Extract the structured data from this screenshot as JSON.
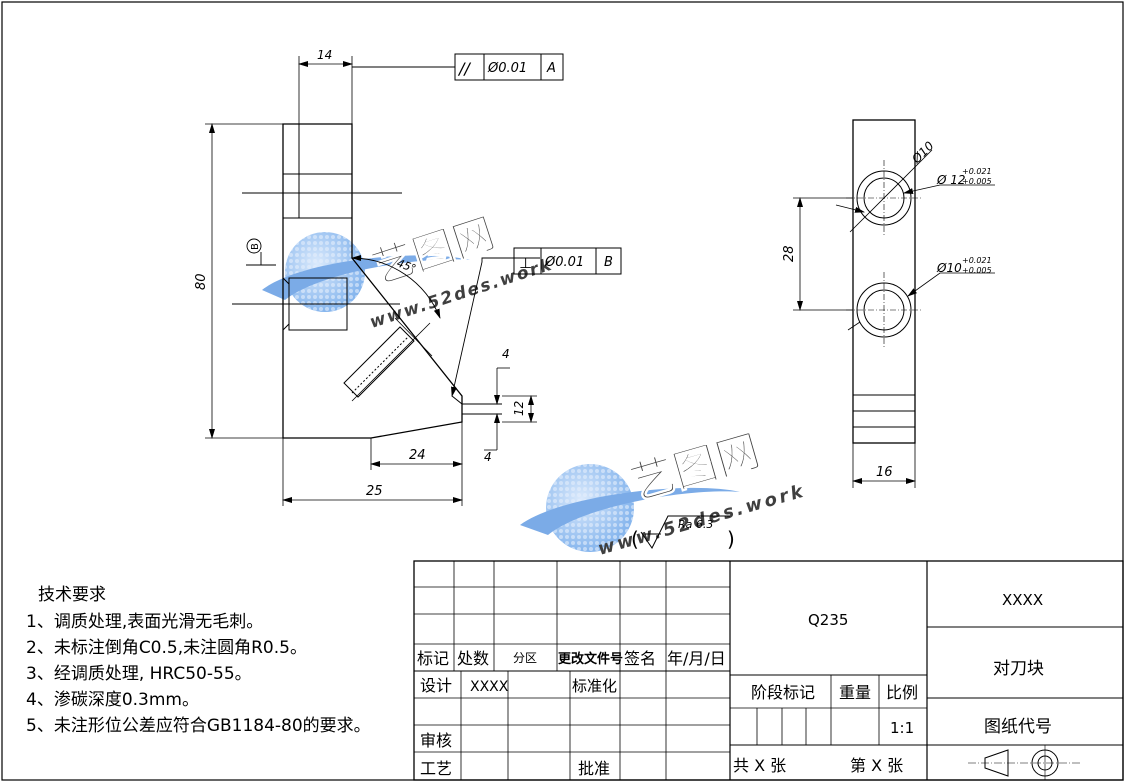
{
  "drawing": {
    "dims": {
      "d14": "14",
      "d80": "80",
      "d4a": "4",
      "d12": "12",
      "d4b": "4",
      "d24": "24",
      "d25": "25",
      "d28": "28",
      "d16": "16",
      "angle": "45°",
      "hole_phi10": "Ø10",
      "hole_phi12": "Ø 12",
      "hole_phi12_tol_upper": "+0.021",
      "hole_phi12_tol_lower": "+0.005",
      "hole_phi10b": "Ø10",
      "hole_phi10b_tol_upper": "+0.021",
      "hole_phi10b_tol_lower": "+0.005"
    },
    "gdt": [
      {
        "symbol": "//",
        "tolerance": "Ø0.01",
        "datum": "A"
      },
      {
        "symbol": "⊥",
        "tolerance": "Ø0.01",
        "datum": "B"
      }
    ],
    "datum_marker": "B",
    "surface_finish": {
      "open": "(",
      "value": "Ra 6.3",
      "close": ")"
    },
    "watermark": {
      "brand": "艺图网",
      "url": "www.52des.work"
    }
  },
  "tech_requirements": {
    "title": "技术要求",
    "items": [
      "1、调质处理,表面光滑无毛刺。",
      "2、未标注倒角C0.5,未注圆角R0.5。",
      "3、经调质处理, HRC50-55。",
      "4、渗碳深度0.3mm。",
      "5、未注形位公差应符合GB1184-80的要求。"
    ]
  },
  "title_block": {
    "header_row": [
      "标记",
      "处数",
      "分区",
      "更改文件号",
      "签名",
      "年/月/日"
    ],
    "design": "设计",
    "designer": "XXXX",
    "standardize": "标准化",
    "review": "审核",
    "process": "工艺",
    "approve": "批准",
    "material": "Q235",
    "stage_mark": "阶段标记",
    "weight": "重量",
    "scale_label": "比例",
    "scale": "1:1",
    "sheet_total": "共 X 张",
    "sheet_num": "第 X 张",
    "company": "XXXX",
    "part_name": "对刀块",
    "drawing_code": "图纸代号"
  }
}
